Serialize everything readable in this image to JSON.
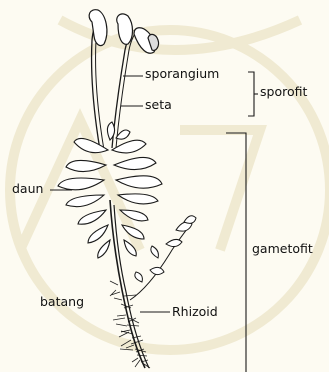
{
  "colors": {
    "background": "#fdfbf2",
    "watermark": "#f0ead2",
    "ink": "#1a1a1a",
    "leaf": "#ffffff"
  },
  "watermark_icon": "university-logo-watermark",
  "labels": {
    "sporangium": "sporangium",
    "seta": "seta",
    "sporofit": "sporofit",
    "daun": "daun",
    "gametofit": "gametofit",
    "batang": "batang",
    "rhizoid": "Rhizoid"
  }
}
